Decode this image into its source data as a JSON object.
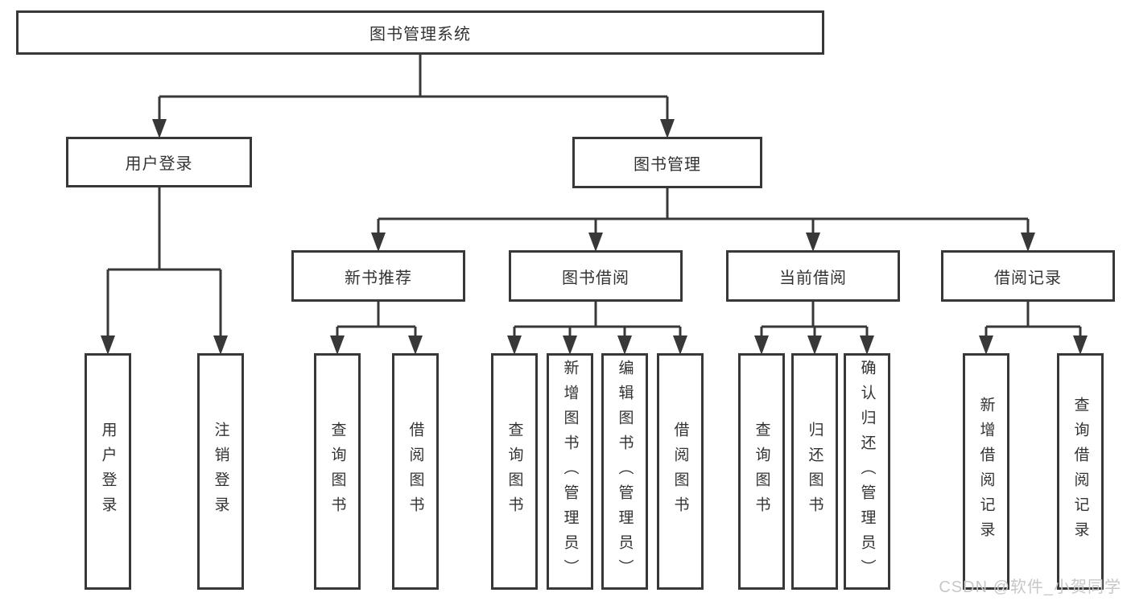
{
  "diagram": {
    "root": {
      "label": "图书管理系统"
    },
    "level2": [
      {
        "label": "用户登录"
      },
      {
        "label": "图书管理"
      }
    ],
    "level3": [
      {
        "label": "新书推荐"
      },
      {
        "label": "图书借阅"
      },
      {
        "label": "当前借阅"
      },
      {
        "label": "借阅记录"
      }
    ],
    "leaves": {
      "user_login": [
        "用户登录",
        "注销登录"
      ],
      "new_book_recommend": [
        "查询图书",
        "借阅图书"
      ],
      "book_borrow": [
        "查询图书",
        "新增图书（管理员）",
        "编辑图书（管理员）",
        "借阅图书"
      ],
      "current_borrow": [
        "查询图书",
        "归还图书",
        "确认归还（管理员）"
      ],
      "borrow_record": [
        "新增借阅记录",
        "查询借阅记录"
      ]
    }
  },
  "watermark": {
    "text": "CSDN @软件_小贺同学"
  },
  "colors": {
    "line": "#383838",
    "text": "#333333",
    "watermark": "#c7c7c7",
    "background": "#ffffff"
  }
}
